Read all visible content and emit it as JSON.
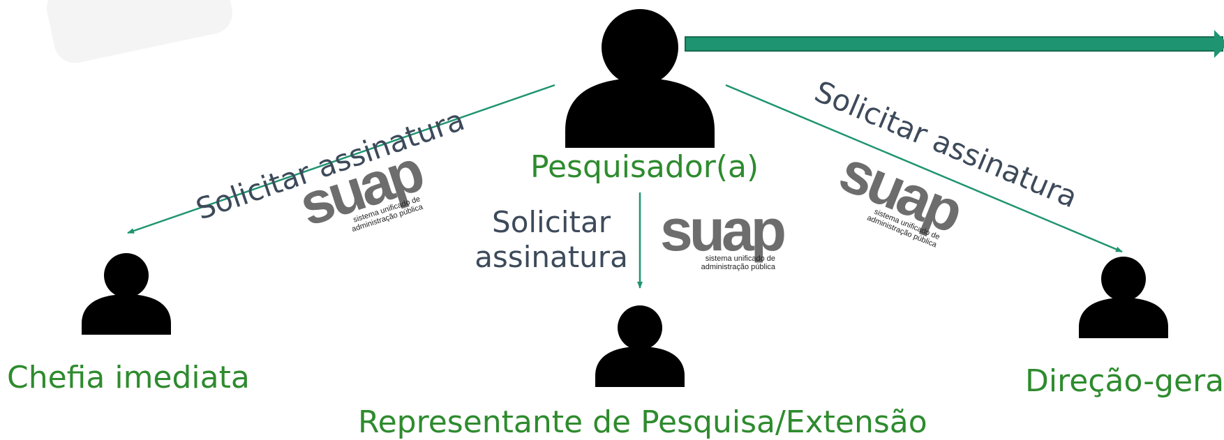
{
  "colors": {
    "accent": "#2e8b2e",
    "arrow": "#1f9470",
    "arrow_border": "#146a4f",
    "text_gray": "#3d4a5a",
    "icon": "#000000"
  },
  "roles": {
    "researcher": "Pesquisador(a)",
    "chief": "Chefia imediata",
    "representative": "Representante de Pesquisa/Extensão",
    "direction": "Direção-geral"
  },
  "actions": {
    "left": "Solicitar assinatura",
    "center_line1": "Solicitar",
    "center_line2": "assinatura",
    "right": "Solicitar assinatura"
  },
  "logo": {
    "word": "suap",
    "tagline_line1": "sistema unificado de",
    "tagline_line2": "administração pública"
  },
  "icons": [
    "person-icon"
  ]
}
